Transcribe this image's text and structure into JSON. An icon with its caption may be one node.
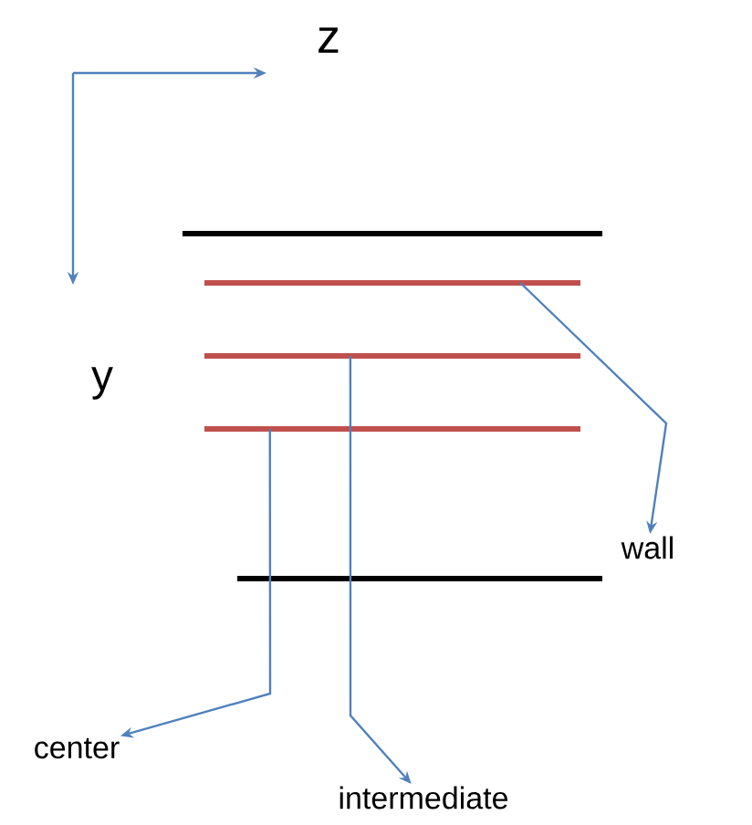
{
  "diagram": {
    "nodes": [
      {
        "text": [],
        "shape": "bar"
      },
      {
        "text": [],
        "shape": "bar"
      },
      {
        "text": [],
        "shape": "bar"
      },
      {
        "text": [
          "wall"
        ]
      },
      {
        "text": [
          "center"
        ]
      },
      {
        "text": [
          "intermediate"
        ]
      }
    ],
    "edges": [
      {
        "from": 0,
        "to": 3,
        "arrow": "to"
      },
      {
        "from": 1,
        "to": 5,
        "arrow": "to"
      },
      {
        "from": 2,
        "to": 4,
        "arrow": "to"
      }
    ],
    "labels": [
      "z",
      "y"
    ]
  }
}
